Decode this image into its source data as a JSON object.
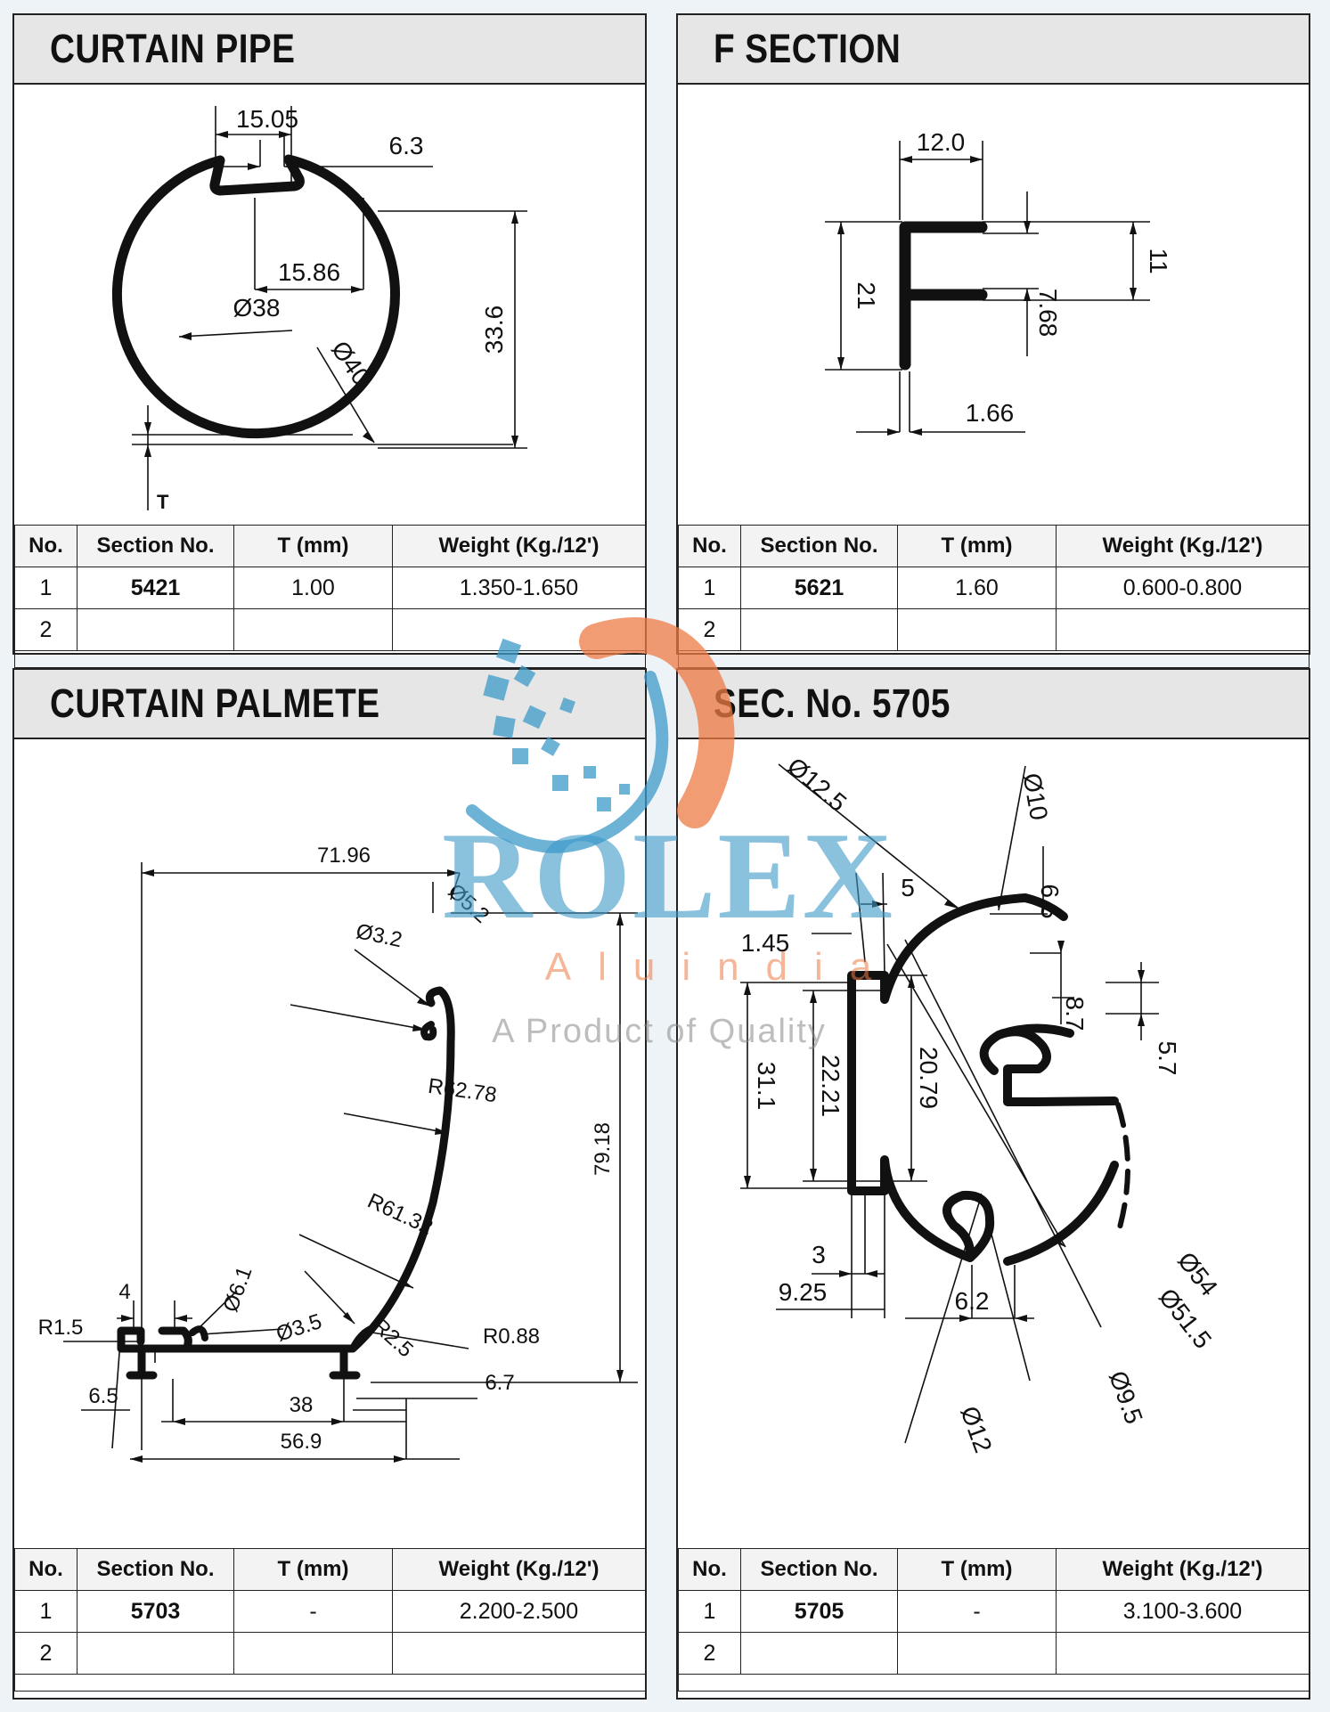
{
  "panels": [
    {
      "title": "CURTAIN PIPE",
      "headers": [
        "No.",
        "Section No.",
        "T (mm)",
        "Weight (Kg./12')"
      ],
      "rows": [
        [
          "1",
          "5421",
          "1.00",
          "1.350-1.650"
        ],
        [
          "2",
          "",
          "",
          ""
        ]
      ],
      "dims": {
        "d1": "15.05",
        "d2": "6.3",
        "d3": "15.86",
        "d4": "Ø38",
        "d5": "Ø40",
        "d6": "33.6",
        "d7": "T"
      }
    },
    {
      "title": "F SECTION",
      "headers": [
        "No.",
        "Section No.",
        "T (mm)",
        "Weight (Kg./12')"
      ],
      "rows": [
        [
          "1",
          "5621",
          "1.60",
          "0.600-0.800"
        ],
        [
          "2",
          "",
          "",
          ""
        ]
      ],
      "dims": {
        "d1": "12.0",
        "d2": "21",
        "d3": "11",
        "d4": "7.68",
        "d5": "1.66"
      }
    },
    {
      "title": "CURTAIN PALMETE",
      "headers": [
        "No.",
        "Section No.",
        "T (mm)",
        "Weight (Kg./12')"
      ],
      "rows": [
        [
          "1",
          "5703",
          "-",
          "2.200-2.500"
        ],
        [
          "2",
          "",
          "",
          ""
        ]
      ],
      "dims": {
        "d1": "71.96",
        "d2": "Ø5.2",
        "d3": "Ø3.2",
        "d4": "R62.78",
        "d5": "R61.32",
        "d6": "79.18",
        "d7": "Ø6.1",
        "d8": "Ø3.5",
        "d9": "R2.5",
        "d10": "4",
        "d11": "R1.5",
        "d12": "R0.88",
        "d13": "6.5",
        "d14": "38",
        "d15": "6.7",
        "d16": "56.9"
      }
    },
    {
      "title": "SEC. No. 5705",
      "headers": [
        "No.",
        "Section No.",
        "T (mm)",
        "Weight (Kg./12')"
      ],
      "rows": [
        [
          "1",
          "5705",
          "-",
          "3.100-3.600"
        ],
        [
          "2",
          "",
          "",
          ""
        ]
      ],
      "dims": {
        "d1": "Ø12.5",
        "d2": "Ø10",
        "d3": "5",
        "d4": "6.5",
        "d5": "1.45",
        "d6": "8.7",
        "d7": "31.1",
        "d8": "22.21",
        "d9": "20.79",
        "d10": "5.7",
        "d11": "3",
        "d12": "9.25",
        "d13": "6.2",
        "d14": "Ø54",
        "d15": "Ø51.5",
        "d16": "Ø9.5",
        "d17": "Ø12"
      }
    }
  ],
  "watermark": {
    "brand": "ROLEX",
    "sub": "Aluindia",
    "tagline": "A Product of Quality"
  },
  "colors": {
    "ink": "#111111",
    "header_bg": "#e6e6e6",
    "page_bg": "#eef3f7",
    "watermark_blue": "#3d9ac9",
    "watermark_orange": "#ee7b45"
  }
}
